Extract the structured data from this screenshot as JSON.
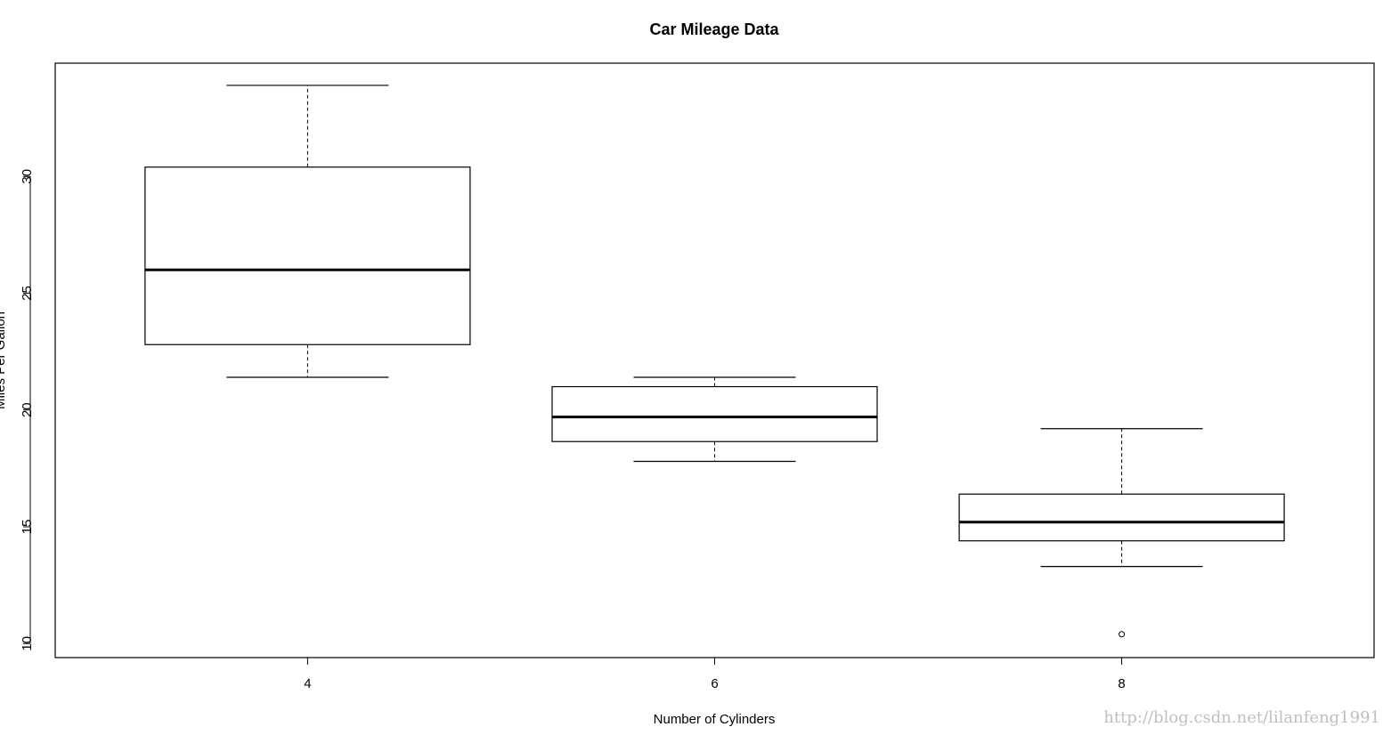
{
  "chart_data": {
    "type": "boxplot",
    "title": "Car Mileage Data",
    "xlabel": "Number of Cylinders",
    "ylabel": "Miles Per Gallon",
    "ylim": [
      9.4,
      34.85
    ],
    "y_ticks": [
      10,
      15,
      20,
      25,
      30
    ],
    "categories": [
      "4",
      "6",
      "8"
    ],
    "boxes": [
      {
        "category": "4",
        "lower_whisker": 21.4,
        "q1": 22.8,
        "median": 26.0,
        "q3": 30.4,
        "upper_whisker": 33.9,
        "outliers": []
      },
      {
        "category": "6",
        "lower_whisker": 17.8,
        "q1": 18.65,
        "median": 19.7,
        "q3": 21.0,
        "upper_whisker": 21.4,
        "outliers": []
      },
      {
        "category": "8",
        "lower_whisker": 13.3,
        "q1": 14.4,
        "median": 15.2,
        "q3": 16.4,
        "upper_whisker": 19.2,
        "outliers": [
          10.4
        ]
      }
    ],
    "grid": false
  },
  "watermark": "http://blog.csdn.net/lilanfeng1991"
}
